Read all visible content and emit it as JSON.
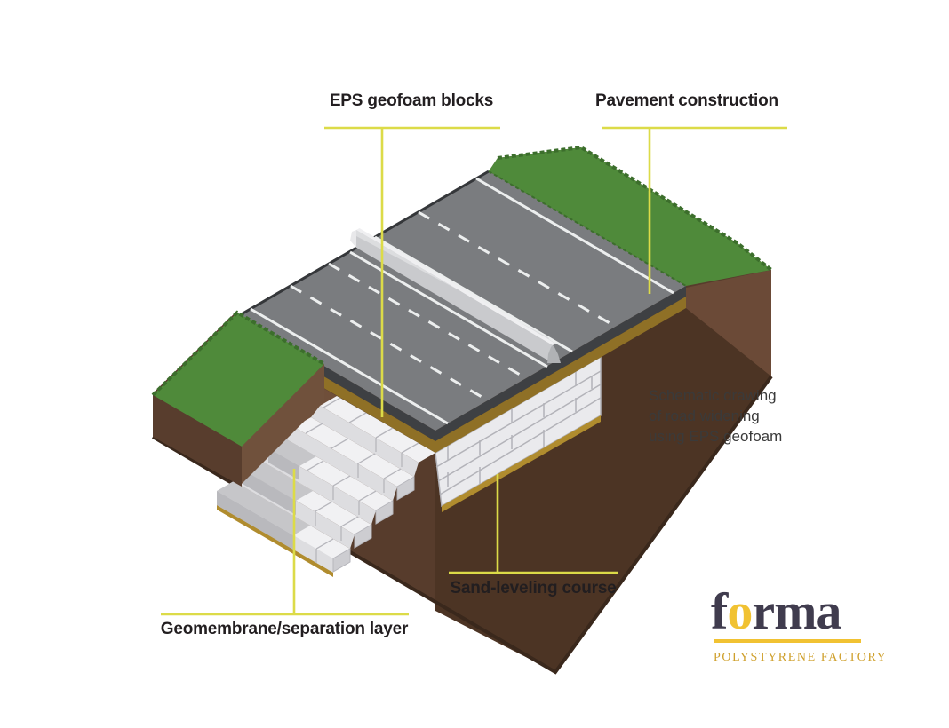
{
  "diagram": {
    "title_annotations": {
      "eps_blocks": "EPS geofoam blocks",
      "pavement": "Pavement construction",
      "sand_course": "Sand-leveling course",
      "geomembrane": "Geomembrane/separation layer"
    },
    "callouts": [
      {
        "id": "eps-geofoam-blocks",
        "label": "EPS geofoam blocks"
      },
      {
        "id": "pavement-construction",
        "label": "Pavement construction"
      },
      {
        "id": "sand-leveling-course",
        "label": "Sand-leveling course"
      },
      {
        "id": "geomembrane-separation-layer",
        "label": "Geomembrane/separation layer"
      }
    ],
    "caption": {
      "line1": "Schematic drawing",
      "line2": "of road widening",
      "line3": "using EPS geofoam"
    },
    "colors": {
      "leader_line": "#dcdb48",
      "road_asphalt": "#7a7c7f",
      "lane_marking": "#eceeee",
      "asphalt_edge": "#3e4043",
      "base_course_gold": "#8f7026",
      "sand_layer": "#b08c2e",
      "soil_brown": "#573c2c",
      "soil_dark": "#4c3424",
      "grass_green": "#4f8a3a",
      "geofoam_white": "#f1f1f3",
      "geomembrane_gray": "#c6c6c9",
      "barrier_gray": "#c9cacd"
    }
  },
  "logo": {
    "brand_f": "f",
    "brand_o": "o",
    "brand_rest": "rma",
    "tagline": "POLYSTYRENE FACTORY"
  }
}
